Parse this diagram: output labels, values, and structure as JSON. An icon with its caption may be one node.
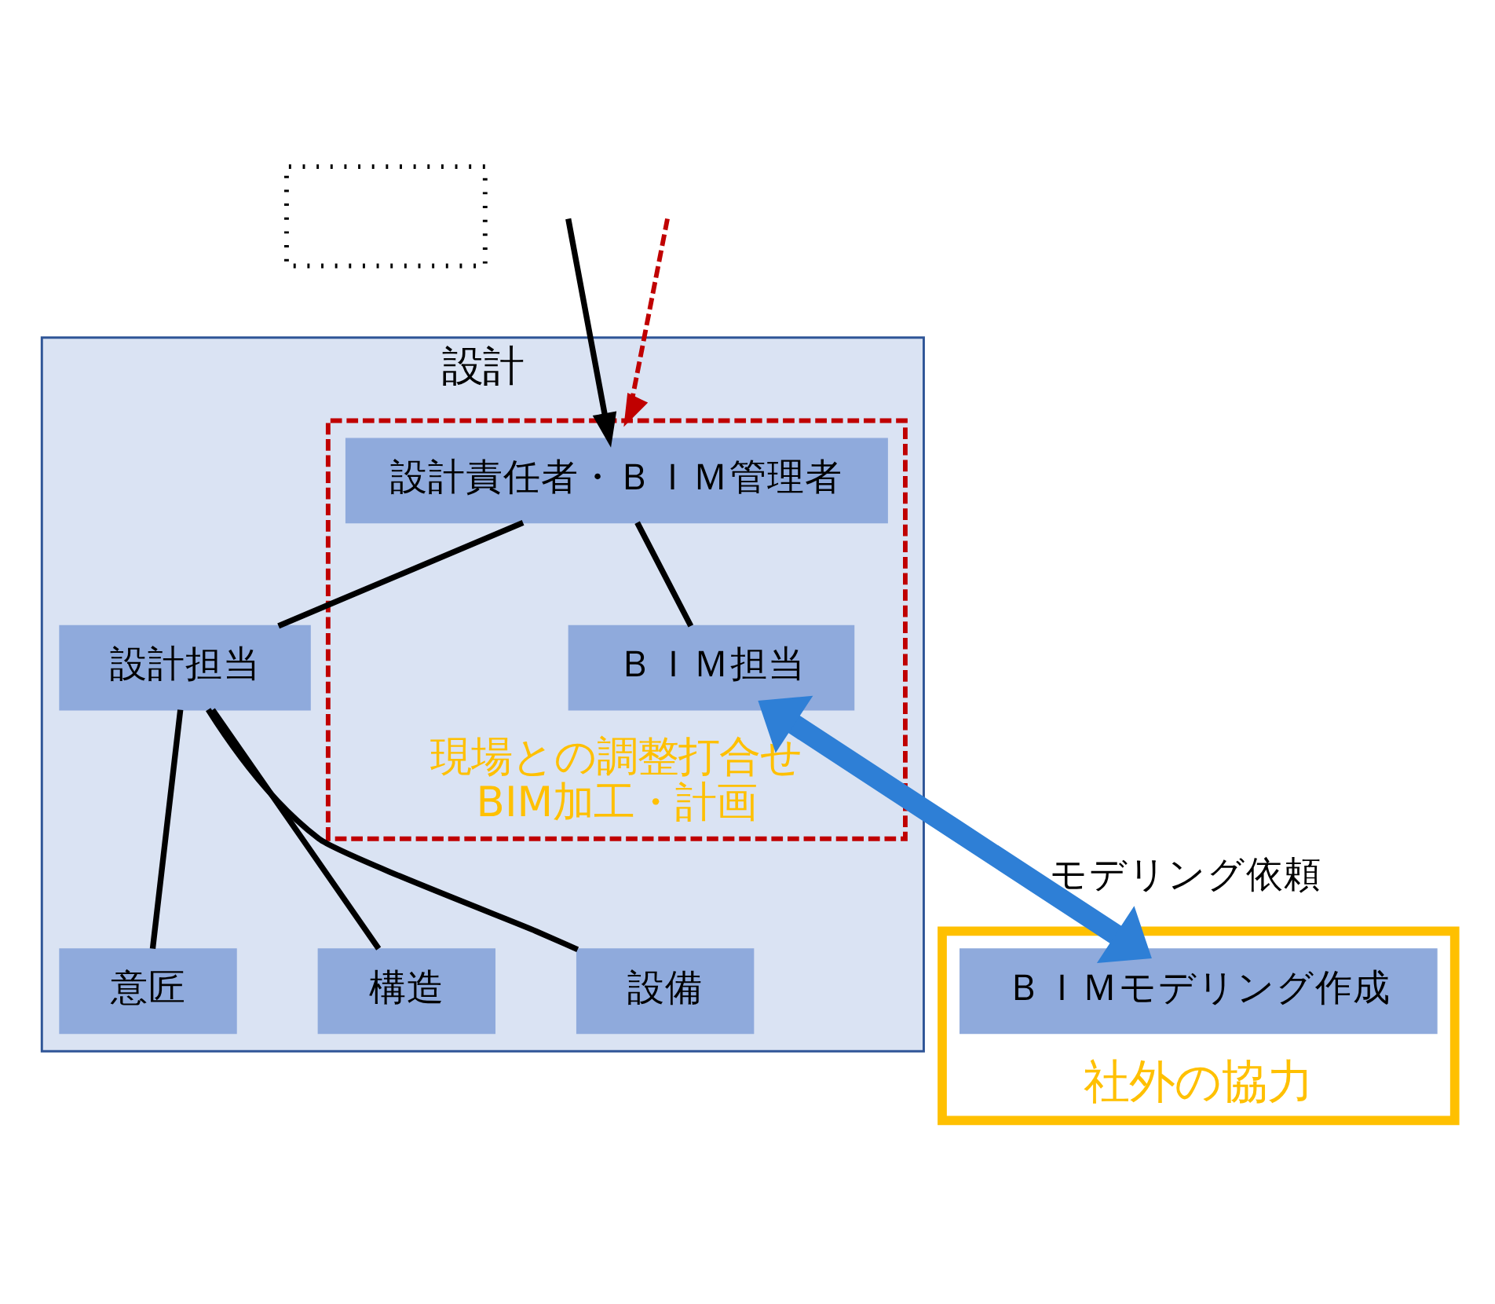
{
  "diagram": {
    "nodes": [
      {
        "text": [],
        "shape": "box"
      },
      {
        "text": [
          "設計"
        ]
      },
      {
        "text": [
          "現場との調整打合せ",
          "BIM加工・計画"
        ],
        "in": 1
      },
      {
        "text": [
          "設計責任者・ＢＩＭ管理者"
        ],
        "in": 2
      },
      {
        "text": [
          "ＢＩＭ担当"
        ],
        "in": 2
      },
      {
        "text": [
          "設計担当"
        ],
        "in": 1
      },
      {
        "text": [
          "意匠"
        ],
        "in": 1
      },
      {
        "text": [
          "構造"
        ],
        "in": 1
      },
      {
        "text": [
          "設備"
        ],
        "in": 1
      },
      {
        "text": [
          "社外の協力"
        ]
      },
      {
        "text": [
          "ＢＩＭモデリング作成"
        ],
        "in": 9
      }
    ],
    "edges": [
      {
        "from": null,
        "to": 3,
        "arrow": "to"
      },
      {
        "from": 3,
        "to": 5,
        "arrow": "none"
      },
      {
        "from": 3,
        "to": 4,
        "arrow": "none"
      },
      {
        "from": 5,
        "to": 6,
        "arrow": "none"
      },
      {
        "from": 5,
        "to": 7,
        "arrow": "none"
      },
      {
        "from": 5,
        "to": 8,
        "arrow": "none"
      },
      {
        "from": 4,
        "to": 10,
        "arrow": "both",
        "label": "モデリング依頼",
        "style": "thick",
        "color": "#2e7fd6"
      },
      {
        "from": null,
        "to": 2,
        "arrow": "to",
        "style": "dashed",
        "color": "#c00000"
      }
    ]
  }
}
